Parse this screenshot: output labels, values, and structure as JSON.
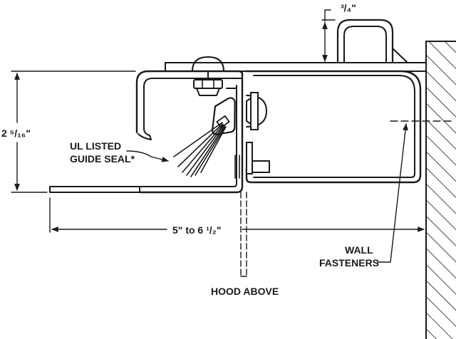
{
  "dimensions": {
    "top_gap": "³/₄\"",
    "height": "2 ⁵/₁₆\"",
    "width_range": "5\" to 6 ¹/₂\""
  },
  "labels": {
    "guide_seal_line1": "UL LISTED",
    "guide_seal_line2": "GUIDE SEAL*",
    "hood": "HOOD ABOVE",
    "fasteners_line1": "WALL",
    "fasteners_line2": "FASTENERS"
  },
  "colors": {
    "line": "#1a1a1a",
    "background": "#ffffff"
  }
}
